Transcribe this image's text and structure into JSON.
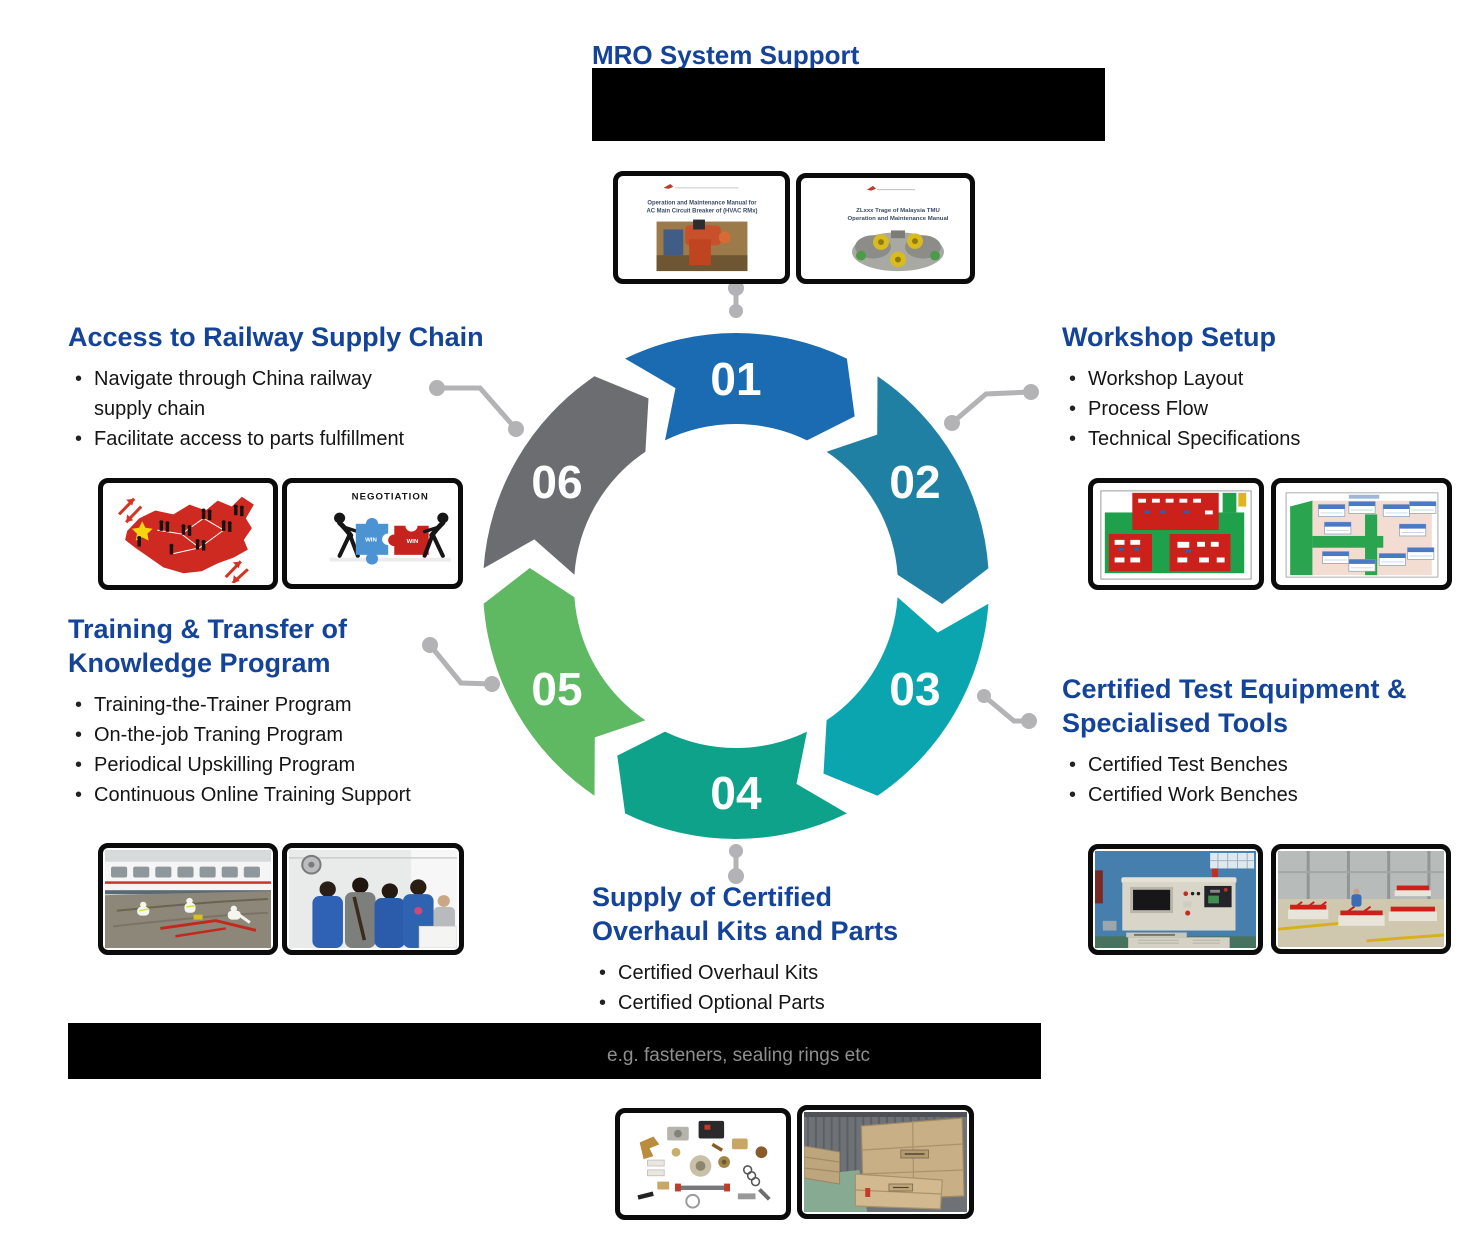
{
  "page": {
    "title": "MRO System Support"
  },
  "cycle": {
    "segments": [
      {
        "number": "01",
        "color": "#1a6bb2"
      },
      {
        "number": "02",
        "color": "#2080a4"
      },
      {
        "number": "03",
        "color": "#0ba5b0"
      },
      {
        "number": "04",
        "color": "#0fa28b"
      },
      {
        "number": "05",
        "color": "#5fb962"
      },
      {
        "number": "06",
        "color": "#6b6d70"
      }
    ]
  },
  "sections": {
    "supply_chain": {
      "title": "Access to Railway Supply Chain",
      "bullets": [
        "Navigate through China railway\nsupply chain",
        "Facilitate access to parts fulfillment"
      ]
    },
    "workshop": {
      "title": "Workshop Setup",
      "bullets": [
        "Workshop Layout",
        "Process Flow",
        "Technical Specifications"
      ]
    },
    "training": {
      "title": "Training & Transfer of Knowledge Program",
      "bullets": [
        "Training-the-Trainer Program",
        "On-the-job Traning Program",
        "Periodical Upskilling Program",
        "Continuous Online Training Support"
      ]
    },
    "test_equipment": {
      "title": "Certified Test Equipment & Specialised Tools",
      "bullets": [
        "Certified Test Benches",
        "Certified Work Benches"
      ]
    },
    "overhaul": {
      "title": "Supply of Certified Overhaul Kits and Parts",
      "bullets": [
        "Certified Overhaul Kits",
        "Certified Optional Parts"
      ],
      "note": "e.g. fasteners, sealing rings etc"
    }
  },
  "images": {
    "doc_manual_1": {
      "line1": "Operation and Maintenance Manual for",
      "line2": "AC Main Circuit Breaker of (HVAC RMx)"
    },
    "doc_manual_2": {
      "line1": "ZLxxx Trage of Malaysia TMU",
      "line2": "Operation and Maintenance Manual"
    },
    "negotiation": {
      "title": "NEGOTIATION",
      "left_label": "WIN",
      "right_label": "WIN"
    }
  }
}
